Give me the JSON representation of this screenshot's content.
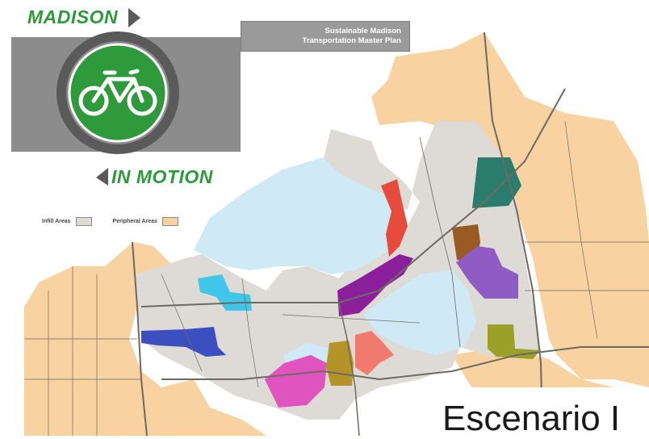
{
  "logo": {
    "top_word": "MADISON",
    "bottom_word": "IN MOTION",
    "icon": "bicycle-icon",
    "colors": {
      "green": "#2e9a3c",
      "gray": "#8c8c8c",
      "arrow": "#5a5a5a"
    }
  },
  "plan_title": {
    "line1": "Sustainable Madison",
    "line2": "Transportation Master Plan"
  },
  "legend": [
    {
      "label": "Infill Areas",
      "color": "#dedbd6"
    },
    {
      "label": "Peripheral Areas",
      "color": "#f8d2a0"
    }
  ],
  "map_colors": {
    "water": "#cfe9f5",
    "infill": "#dedbd6",
    "peripheral": "#f8d2a0",
    "roads": "#6d6a62",
    "districts": [
      "#e74b3c",
      "#2a7d6c",
      "#9b5a24",
      "#8f5cc4",
      "#8b1e9b",
      "#3fc6e8",
      "#3b4fc0",
      "#e054c0",
      "#b49428",
      "#f07a6e",
      "#9aa028"
    ]
  },
  "caption": "Escenario I"
}
